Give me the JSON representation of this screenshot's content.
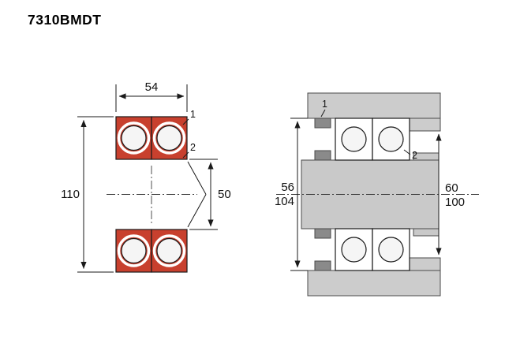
{
  "title": "7310BMDT",
  "left_view": {
    "dim_width": "54",
    "dim_od": "110",
    "dim_bore": "50",
    "callout_1": "1",
    "callout_2": "2"
  },
  "right_view": {
    "dim_left_top": "56",
    "dim_left_bottom": "104",
    "dim_right_top": "60",
    "dim_right_bottom": "100",
    "callout_1": "1",
    "callout_2": "2"
  },
  "colors": {
    "seal": "#c8402e",
    "housing": "#cccccc",
    "spacer": "#8a8a8a",
    "shaft": "#c9c9c9",
    "ball": "#f5f5f5"
  }
}
